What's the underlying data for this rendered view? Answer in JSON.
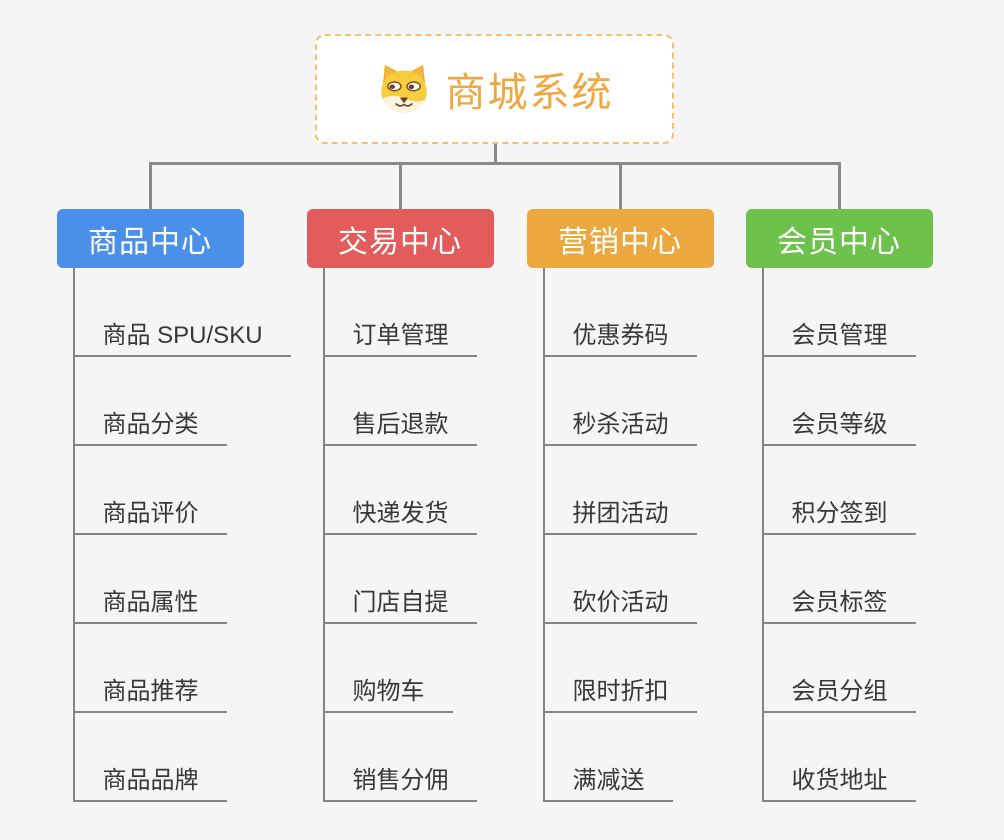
{
  "root": {
    "title": "商城系统",
    "icon": "dog-face-icon",
    "accent_color": "#f0a73f",
    "border_color": "#f3c171"
  },
  "colors": {
    "background": "#f5f5f5",
    "connector": "#8a8a8a",
    "child_line": "#848484",
    "child_text": "#383838"
  },
  "branches": [
    {
      "label": "商品中心",
      "color": "#4b90e8",
      "children": [
        "商品 SPU/SKU",
        "商品分类",
        "商品评价",
        "商品属性",
        "商品推荐",
        "商品品牌"
      ]
    },
    {
      "label": "交易中心",
      "color": "#e25c5c",
      "children": [
        "订单管理",
        "售后退款",
        "快递发货",
        "门店自提",
        "购物车",
        "销售分佣"
      ]
    },
    {
      "label": "营销中心",
      "color": "#eaa83e",
      "children": [
        "优惠券码",
        "秒杀活动",
        "拼团活动",
        "砍价活动",
        "限时折扣",
        "满减送"
      ]
    },
    {
      "label": "会员中心",
      "color": "#6cc24a",
      "children": [
        "会员管理",
        "会员等级",
        "积分签到",
        "会员标签",
        "会员分组",
        "收货地址"
      ]
    }
  ]
}
